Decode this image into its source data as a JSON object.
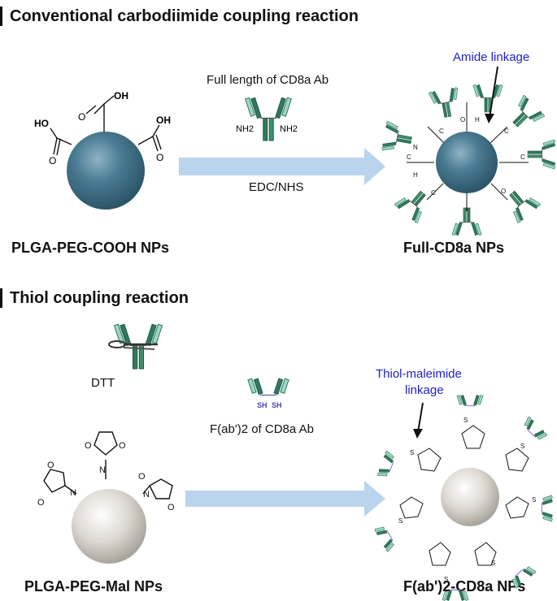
{
  "top": {
    "title": "Conventional carbodiimide coupling reaction",
    "reagent_label": "Full length of CD8a Ab",
    "condition": "EDC/NHS",
    "left_np": "PLGA-PEG-COOH NPs",
    "right_np": "Full-CD8a NPs",
    "linkage_label": "Amide linkage",
    "cooh_label": "OH",
    "cooh_label_left": "HO",
    "nh2_label": "NH2"
  },
  "bottom": {
    "title": "Thiol coupling reaction",
    "dtt_label": "DTT",
    "fab_label": "F(ab')2 of CD8a Ab",
    "sh_label": "SH",
    "left_np": "PLGA-PEG-Mal NPs",
    "right_np": "F(ab')2-CD8a NPs",
    "linkage_label_1": "Thiol-maleimide",
    "linkage_label_2": "linkage"
  },
  "colors": {
    "np_blue": "#3f6f86",
    "np_gray": "#d8d3cc",
    "arrow": "#b9d4ec",
    "antibody_dark": "#2f7a5c",
    "antibody_light": "#9ed6c8",
    "linkage_text": "#2020d0"
  }
}
